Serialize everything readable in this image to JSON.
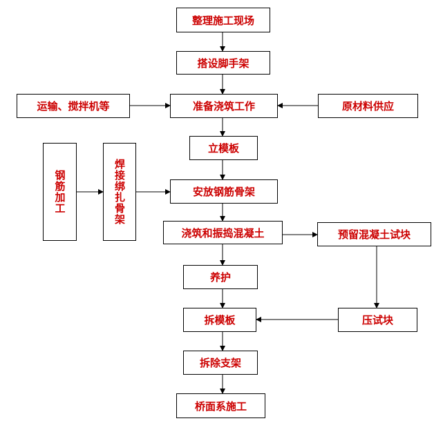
{
  "flowchart": {
    "nodes": {
      "site": "整理施工现场",
      "scaffold": "搭设脚手架",
      "transport": "运输、搅拌机等",
      "prepare": "准备浇筑工作",
      "material": "原材料供应",
      "formwork": "立模板",
      "rebar_process": "钢筋加工",
      "weld": "焊接绑扎骨架",
      "rebar_install": "安放钢筋骨架",
      "pour": "浇筑和振捣混凝土",
      "sample": "预留混凝土试块",
      "cure": "养护",
      "remove_form": "拆模板",
      "test": "压试块",
      "remove_support": "拆除支架",
      "deck": "桥面系施工"
    }
  }
}
